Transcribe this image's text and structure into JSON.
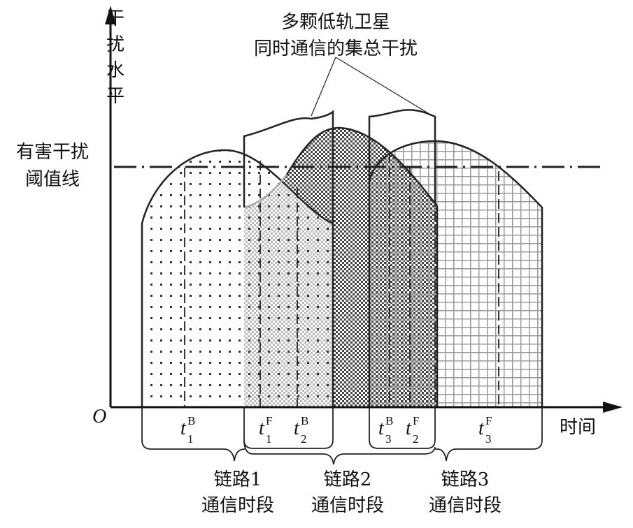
{
  "title_lines": [
    "多颗低轨卫星",
    "同时通信的集总干扰"
  ],
  "y_axis_label": [
    "干",
    "扰",
    "水",
    "平"
  ],
  "threshold_label": [
    "有害干扰",
    "阈值线"
  ],
  "origin_label": "O",
  "x_axis_label": "时间",
  "intervals": [
    {
      "t": "t",
      "sup": "B",
      "sub": "1"
    },
    {
      "t": "t",
      "sup": "F",
      "sub": "1"
    },
    {
      "t": "t",
      "sup": "B",
      "sub": "2"
    },
    {
      "t": "t",
      "sup": "B",
      "sub": "3"
    },
    {
      "t": "t",
      "sup": "F",
      "sub": "2"
    },
    {
      "t": "t",
      "sup": "F",
      "sub": "3"
    }
  ],
  "links": [
    {
      "name": "链路1",
      "period": "通信时段"
    },
    {
      "name": "链路2",
      "period": "通信时段"
    },
    {
      "name": "链路3",
      "period": "通信时段"
    }
  ]
}
